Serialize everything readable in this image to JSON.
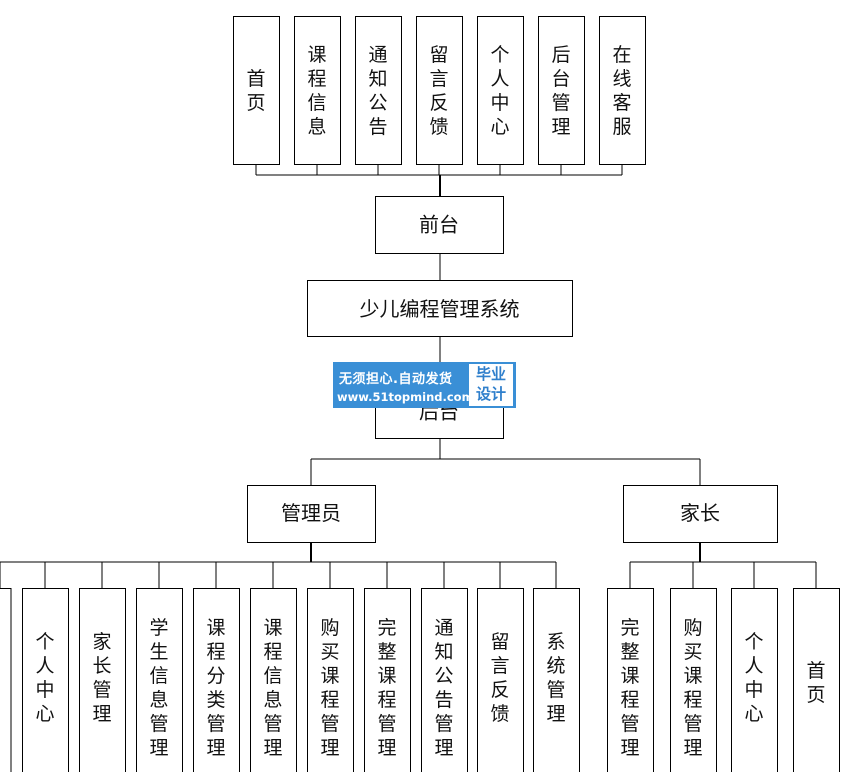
{
  "root": "少儿编程管理系统",
  "front": {
    "label": "前台",
    "children": [
      "首页",
      "课程信息",
      "通知公告",
      "留言反馈",
      "个人中心",
      "后台管理",
      "在线客服"
    ]
  },
  "back": {
    "label": "后台",
    "admin": {
      "label": "管理员",
      "children": [
        "个人中心",
        "家长管理",
        "学生信息管理",
        "课程分类管理",
        "课程信息管理",
        "购买课程管理",
        "完整课程管理",
        "通知公告管理",
        "留言反馈",
        "系统管理"
      ]
    },
    "parent": {
      "label": "家长",
      "children": [
        "完整课程管理",
        "购买课程管理",
        "个人中心",
        "首页"
      ]
    }
  },
  "watermark": {
    "line1": "无须担心.自动发货",
    "line2": "www.51topmind.com",
    "badge_line1": "毕业",
    "badge_line2": "设计"
  }
}
